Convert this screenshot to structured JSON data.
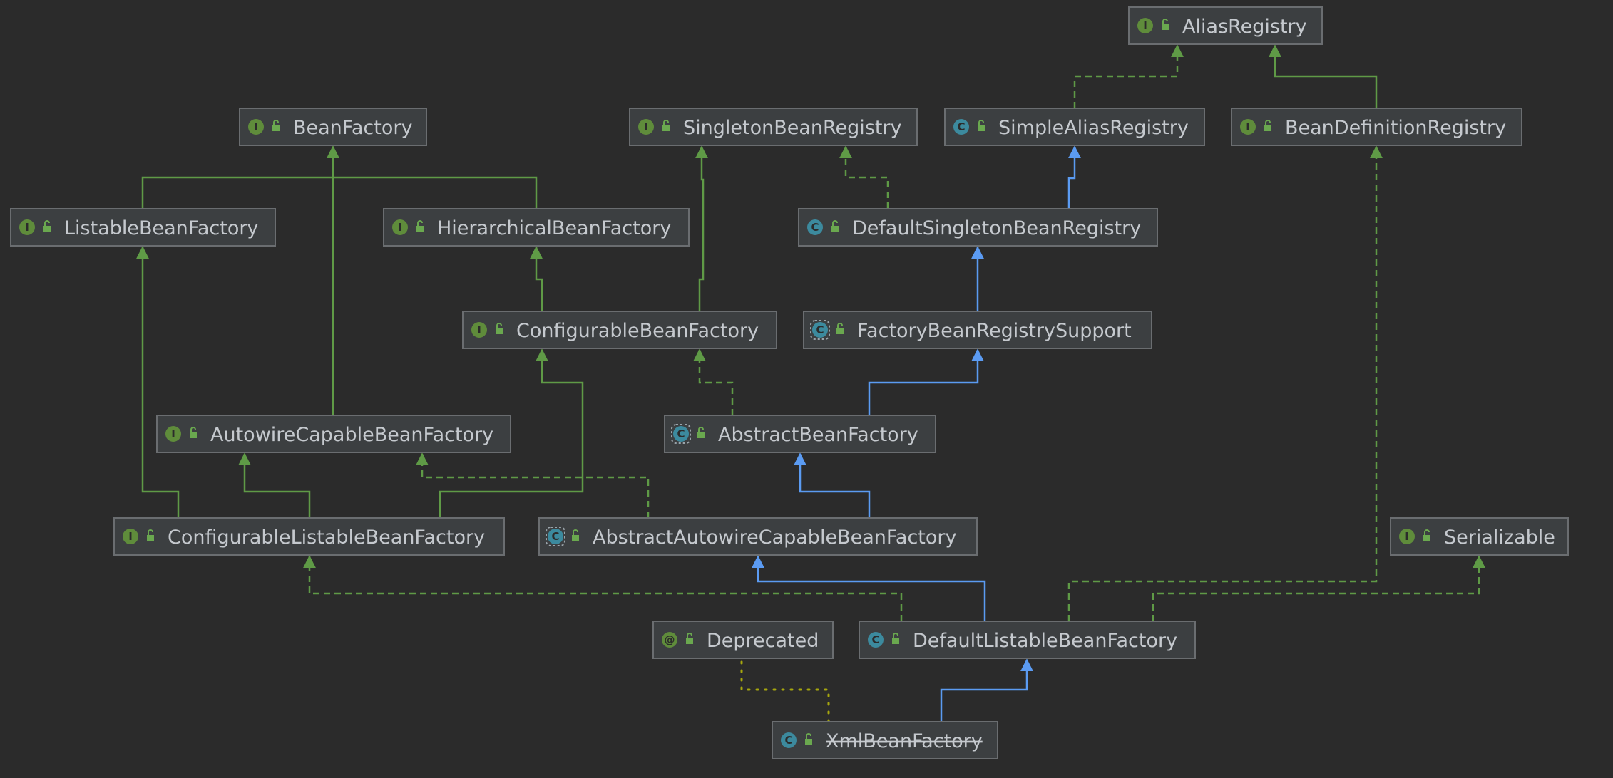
{
  "colors": {
    "background": "#2b2b2b",
    "node_fill": "#3c3f41",
    "node_border": "#6a6d70",
    "label": "#c5c9ce",
    "interface_badge": "#5f8c3b",
    "class_badge": "#3c8a9e",
    "annotation_badge": "#5f8c3b",
    "extends_interface_edge": "#5f9a46",
    "implements_edge": "#5f9a46",
    "extends_class_edge": "#5b9bf2",
    "annotation_edge": "#a7a70e"
  },
  "nodes": [
    {
      "id": "AliasRegistry",
      "label": "AliasRegistry",
      "kind": "interface",
      "badge": "I"
    },
    {
      "id": "BeanFactory",
      "label": "BeanFactory",
      "kind": "interface",
      "badge": "I"
    },
    {
      "id": "SingletonBeanRegistry",
      "label": "SingletonBeanRegistry",
      "kind": "interface",
      "badge": "I"
    },
    {
      "id": "SimpleAliasRegistry",
      "label": "SimpleAliasRegistry",
      "kind": "class",
      "badge": "C"
    },
    {
      "id": "BeanDefinitionRegistry",
      "label": "BeanDefinitionRegistry",
      "kind": "interface",
      "badge": "I"
    },
    {
      "id": "ListableBeanFactory",
      "label": "ListableBeanFactory",
      "kind": "interface",
      "badge": "I"
    },
    {
      "id": "HierarchicalBeanFactory",
      "label": "HierarchicalBeanFactory",
      "kind": "interface",
      "badge": "I"
    },
    {
      "id": "DefaultSingletonBeanRegistry",
      "label": "DefaultSingletonBeanRegistry",
      "kind": "class",
      "badge": "C"
    },
    {
      "id": "ConfigurableBeanFactory",
      "label": "ConfigurableBeanFactory",
      "kind": "interface",
      "badge": "I"
    },
    {
      "id": "FactoryBeanRegistrySupport",
      "label": "FactoryBeanRegistrySupport",
      "kind": "abstract",
      "badge": "C"
    },
    {
      "id": "AutowireCapableBeanFactory",
      "label": "AutowireCapableBeanFactory",
      "kind": "interface",
      "badge": "I"
    },
    {
      "id": "AbstractBeanFactory",
      "label": "AbstractBeanFactory",
      "kind": "abstract",
      "badge": "C"
    },
    {
      "id": "ConfigurableListableBeanFactory",
      "label": "ConfigurableListableBeanFactory",
      "kind": "interface",
      "badge": "I"
    },
    {
      "id": "AbstractAutowireCapableBeanFactory",
      "label": "AbstractAutowireCapableBeanFactory",
      "kind": "abstract",
      "badge": "C"
    },
    {
      "id": "Serializable",
      "label": "Serializable",
      "kind": "interface",
      "badge": "I"
    },
    {
      "id": "Deprecated",
      "label": "Deprecated",
      "kind": "annotation",
      "badge": "@"
    },
    {
      "id": "DefaultListableBeanFactory",
      "label": "DefaultListableBeanFactory",
      "kind": "class",
      "badge": "C"
    },
    {
      "id": "XmlBeanFactory",
      "label": "XmlBeanFactory",
      "kind": "class",
      "badge": "C",
      "deprecated": true
    }
  ],
  "edges": [
    {
      "from": "SimpleAliasRegistry",
      "to": "AliasRegistry",
      "type": "implements"
    },
    {
      "from": "BeanDefinitionRegistry",
      "to": "AliasRegistry",
      "type": "extends-interface"
    },
    {
      "from": "ListableBeanFactory",
      "to": "BeanFactory",
      "type": "extends-interface"
    },
    {
      "from": "HierarchicalBeanFactory",
      "to": "BeanFactory",
      "type": "extends-interface"
    },
    {
      "from": "AutowireCapableBeanFactory",
      "to": "BeanFactory",
      "type": "extends-interface"
    },
    {
      "from": "DefaultSingletonBeanRegistry",
      "to": "SingletonBeanRegistry",
      "type": "implements"
    },
    {
      "from": "DefaultSingletonBeanRegistry",
      "to": "SimpleAliasRegistry",
      "type": "extends-class"
    },
    {
      "from": "ConfigurableBeanFactory",
      "to": "HierarchicalBeanFactory",
      "type": "extends-interface"
    },
    {
      "from": "ConfigurableBeanFactory",
      "to": "SingletonBeanRegistry",
      "type": "extends-interface"
    },
    {
      "from": "FactoryBeanRegistrySupport",
      "to": "DefaultSingletonBeanRegistry",
      "type": "extends-class"
    },
    {
      "from": "AbstractBeanFactory",
      "to": "ConfigurableBeanFactory",
      "type": "implements"
    },
    {
      "from": "AbstractBeanFactory",
      "to": "FactoryBeanRegistrySupport",
      "type": "extends-class"
    },
    {
      "from": "ConfigurableListableBeanFactory",
      "to": "ListableBeanFactory",
      "type": "extends-interface"
    },
    {
      "from": "ConfigurableListableBeanFactory",
      "to": "AutowireCapableBeanFactory",
      "type": "extends-interface"
    },
    {
      "from": "ConfigurableListableBeanFactory",
      "to": "ConfigurableBeanFactory",
      "type": "extends-interface"
    },
    {
      "from": "AbstractAutowireCapableBeanFactory",
      "to": "AutowireCapableBeanFactory",
      "type": "implements"
    },
    {
      "from": "AbstractAutowireCapableBeanFactory",
      "to": "AbstractBeanFactory",
      "type": "extends-class"
    },
    {
      "from": "DefaultListableBeanFactory",
      "to": "ConfigurableListableBeanFactory",
      "type": "implements"
    },
    {
      "from": "DefaultListableBeanFactory",
      "to": "AbstractAutowireCapableBeanFactory",
      "type": "extends-class"
    },
    {
      "from": "DefaultListableBeanFactory",
      "to": "BeanDefinitionRegistry",
      "type": "implements"
    },
    {
      "from": "DefaultListableBeanFactory",
      "to": "Serializable",
      "type": "implements"
    },
    {
      "from": "XmlBeanFactory",
      "to": "DefaultListableBeanFactory",
      "type": "extends-class"
    },
    {
      "from": "XmlBeanFactory",
      "to": "Deprecated",
      "type": "annotated-by"
    }
  ]
}
